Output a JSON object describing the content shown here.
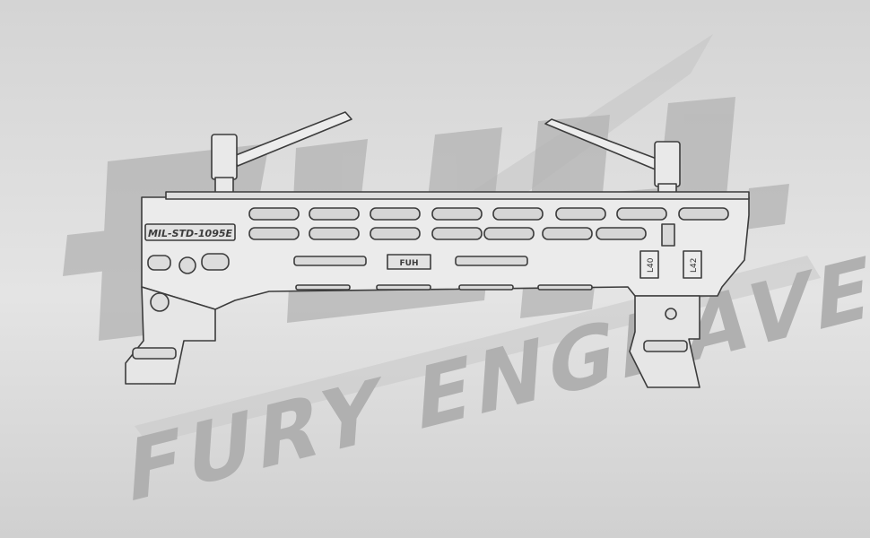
{
  "brand": {
    "wordmark": "FURY ENGRAVER",
    "logo_monogram": "FUH"
  },
  "product": {
    "stamp_text": "MIL-STD-1095E",
    "marks": [
      "L40",
      "L42"
    ]
  },
  "colors": {
    "background": "#dcdcdc",
    "watermark": "#a9a9a9",
    "outline": "#3c3c3c",
    "part_fill": "#e9e9e9"
  }
}
